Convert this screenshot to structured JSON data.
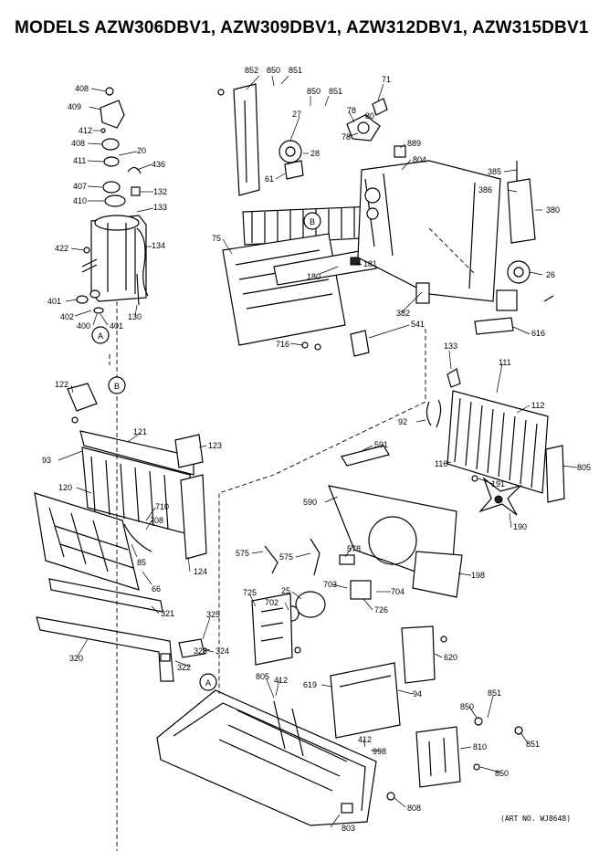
{
  "title": "MODELS AZW306DBV1, AZW309DBV1, AZW312DBV1, AZW315DBV1",
  "art_number": "(ART NO. WJ8648)",
  "callouts": {
    "A": "A",
    "B": "B"
  },
  "labels": {
    "l408a": "408",
    "l409": "409",
    "l412a": "412",
    "l408b": "408",
    "l20": "20",
    "l411": "411",
    "l436": "436",
    "l407": "407",
    "l132": "132",
    "l410": "410",
    "l133a": "133",
    "l422": "422",
    "l134": "134",
    "l401a": "401",
    "l402": "402",
    "l400": "400",
    "l401b": "401",
    "l130": "130",
    "l852": "852",
    "l850a": "850",
    "l851a": "851",
    "l850b": "850",
    "l851b": "851",
    "l27": "27",
    "l28": "28",
    "l61": "61",
    "l71": "71",
    "l78a": "78",
    "l78b": "78",
    "l80": "80",
    "l889": "889",
    "l804": "804",
    "l385": "385",
    "l386": "386",
    "l380": "380",
    "l26": "26",
    "l75": "75",
    "l180": "180",
    "l181": "181",
    "l382": "382",
    "l541": "541",
    "l716": "716",
    "l616": "616",
    "l122": "122",
    "l121": "121",
    "l123": "123",
    "l93": "93",
    "l120": "120",
    "l710": "710",
    "l708": "708",
    "l85": "85",
    "l124": "124",
    "l66": "66",
    "l321": "321",
    "l325": "325",
    "l320": "320",
    "l323": "323",
    "l324": "324",
    "l322": "322",
    "l133b": "133",
    "l111": "111",
    "l112": "112",
    "l92": "92",
    "l110": "110",
    "l805a": "805",
    "l191": "191",
    "l591": "591",
    "l590": "590",
    "l190": "190",
    "l575a": "575",
    "l575b": "575",
    "l578": "578",
    "l198": "198",
    "l25": "25",
    "l703": "703",
    "l704": "704",
    "l725": "725",
    "l702": "702",
    "l726": "726",
    "l620": "620",
    "l805b": "805",
    "l412b": "412",
    "l619": "619",
    "l94": "94",
    "l850c": "850",
    "l851c": "851",
    "l412c": "412",
    "l998": "998",
    "l810": "810",
    "l851d": "851",
    "l850d": "850",
    "l808": "808",
    "l803": "803"
  }
}
